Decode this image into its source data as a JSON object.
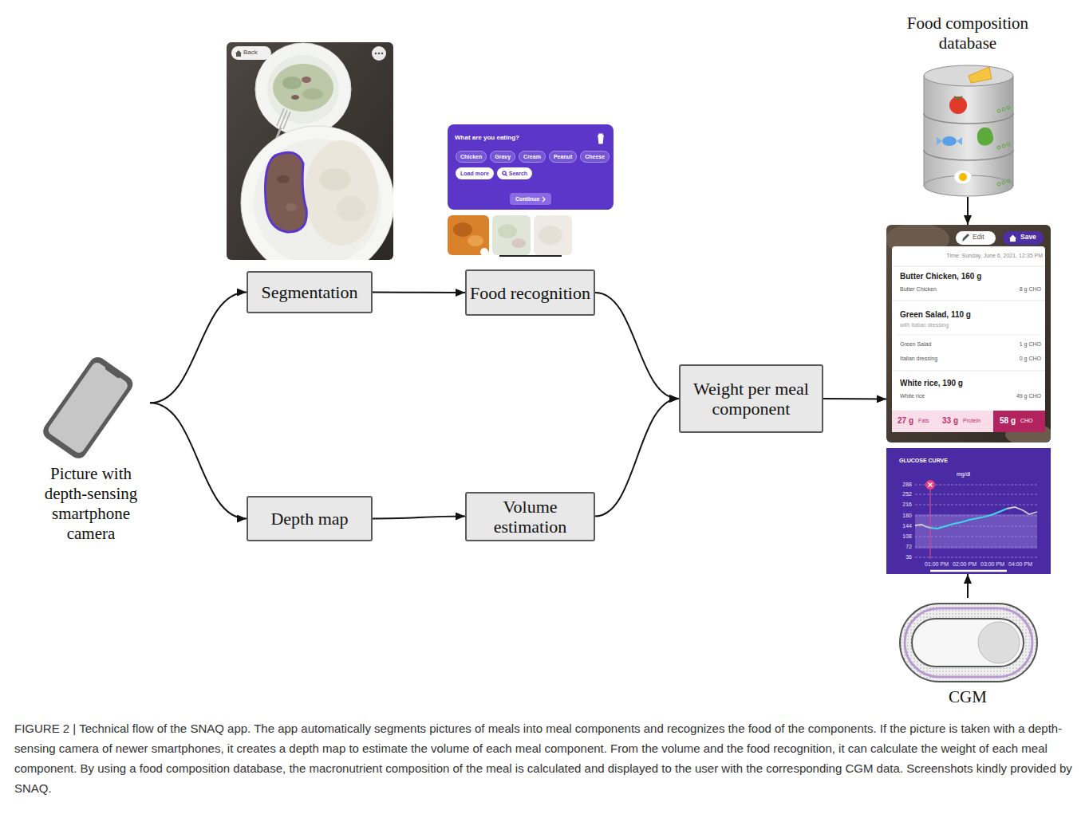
{
  "diagram": {
    "caption": "FIGURE 2 | Technical flow of the SNAQ app. The app automatically segments pictures of meals into meal components and recognizes the food of the components. If the picture is taken with a depth-sensing camera of newer smartphones, it creates a depth map to estimate the volume of each meal component. From the volume and the food recognition, it can calculate the weight of each meal component. By using a food composition database, the macronutrient composition of the meal is calculated and displayed to the user with the corresponding CGM data. Screenshots kindly provided by SNAQ.",
    "nodes": [
      {
        "text": [
          "Picture with depth-sensing smartphone camera"
        ]
      },
      {
        "text": [
          "Segmentation"
        ]
      },
      {
        "text": [
          "Food recognition"
        ]
      },
      {
        "text": [
          "Depth map"
        ]
      },
      {
        "text": [
          "Volume estimation"
        ]
      },
      {
        "text": [
          "Weight per meal component"
        ]
      },
      {
        "text": [
          "Food composition database"
        ]
      },
      {
        "text": [
          "Edit",
          "Save",
          "Time: Sunday, June 6, 2021, 12:35 PM",
          "Butter Chicken, 160 g",
          "Butter Chicken",
          "8 g CHO",
          "Green Salad, 110 g",
          "with italian dressing",
          "Green Salad",
          "1 g CHO",
          "Italian dressing",
          "0 g CHO",
          "White rice, 190 g",
          "White rice",
          "49 g CHO",
          "27 g",
          "Fats",
          "33 g",
          "Protein",
          "58 g",
          "CHO"
        ]
      },
      {
        "text": [
          "GLUCOSE CURVE",
          "mg/dl",
          "288",
          "252",
          "216",
          "180",
          "144",
          "108",
          "72",
          "36",
          "01:00 PM",
          "02:00 PM",
          "03:00 PM",
          "04:00 PM"
        ]
      },
      {
        "text": [
          "CGM"
        ]
      }
    ],
    "edges": [
      {
        "from": 0,
        "to": 1,
        "arrow": "to"
      },
      {
        "from": 0,
        "to": 3,
        "arrow": "to"
      },
      {
        "from": 1,
        "to": 2,
        "arrow": "to"
      },
      {
        "from": 3,
        "to": 4,
        "arrow": "to"
      },
      {
        "from": 2,
        "to": 5,
        "arrow": "to"
      },
      {
        "from": 4,
        "to": 5,
        "arrow": "to"
      },
      {
        "from": 5,
        "to": 7,
        "arrow": "to"
      },
      {
        "from": 6,
        "to": 7,
        "arrow": "to"
      },
      {
        "from": 9,
        "to": 8,
        "arrow": "to"
      }
    ],
    "labels": [
      "Back",
      "What are you eating?",
      "Chicken",
      "Gravy",
      "Cream",
      "Peanut",
      "Cheese",
      "Load more",
      "Search",
      "Continue"
    ]
  }
}
